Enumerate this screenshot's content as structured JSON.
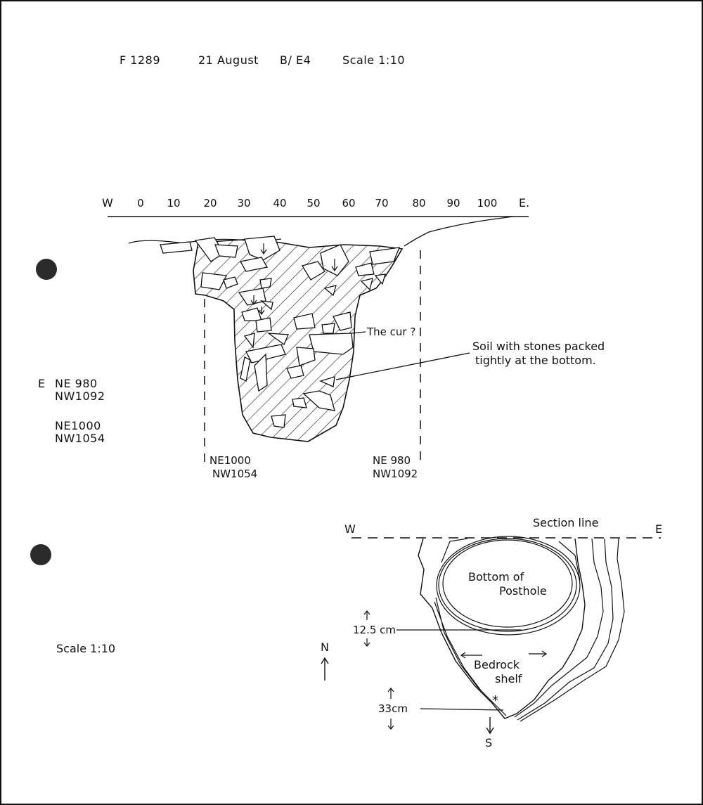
{
  "header": {
    "feature": "F 1289",
    "date": "21 August",
    "trench": "B/ E4",
    "scale": "Scale 1:10"
  },
  "section": {
    "west_label": "W",
    "east_label": "E.",
    "ticks": [
      "0",
      "10",
      "20",
      "30",
      "40",
      "50",
      "60",
      "70",
      "80",
      "90",
      "100"
    ],
    "annotation_cur": "The cur ?",
    "annotation_soil_line1": "Soil with stones packed",
    "annotation_soil_line2": "tightly at the bottom.",
    "left_point_ne": "NE1000",
    "left_point_nw": "NW1054",
    "right_point_ne": "NE 980",
    "right_point_nw": "NW1092"
  },
  "margin_key": {
    "e_label": "E",
    "ne1": "NE 980",
    "nw1": "NW1092",
    "ne2": "NE1000",
    "nw2": "NW1054"
  },
  "plan": {
    "west_label": "W",
    "east_label": "E",
    "section_line_label": "Section line",
    "bottom_label_1": "Bottom of",
    "bottom_label_2": "Posthole",
    "shelf_label_1": "Bedrock",
    "shelf_label_2": "shelf",
    "depth1": "12.5 cm",
    "depth2": "33cm",
    "north_label": "N",
    "south_label": "S",
    "scale": "Scale 1:10",
    "star": "*"
  }
}
